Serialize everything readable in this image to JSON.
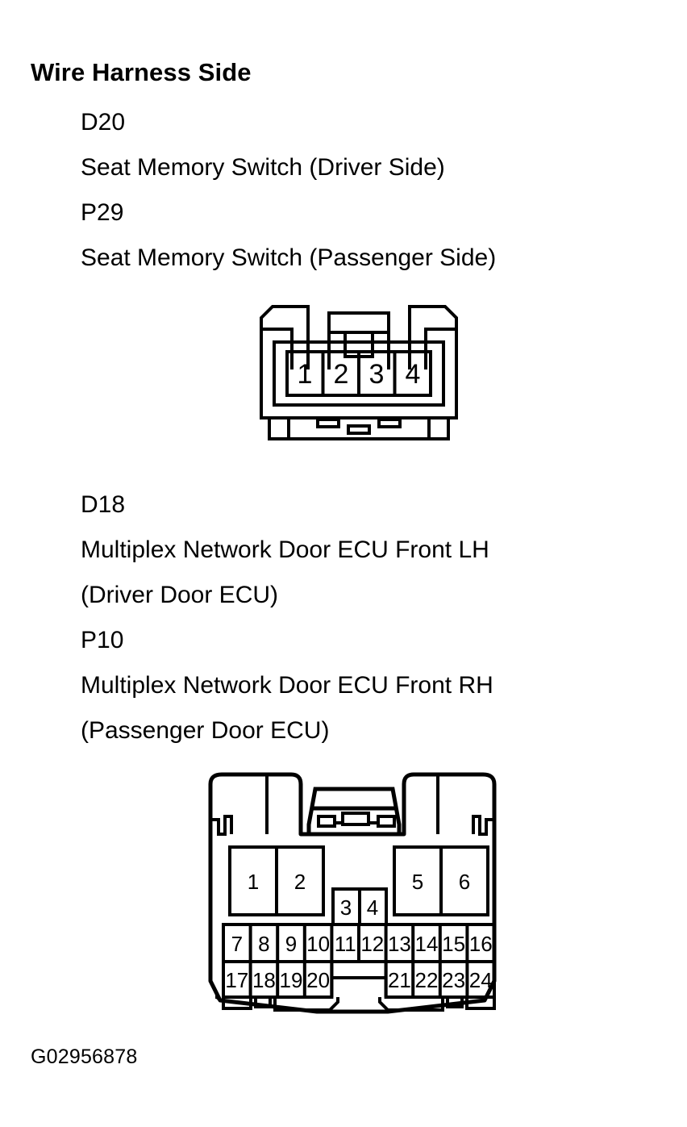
{
  "document": {
    "title": "Wire Harness Side",
    "figure_id": "G02956878"
  },
  "blocks": [
    {
      "id": "block-seat-memory-switch",
      "lines": [
        "D20",
        "Seat Memory Switch (Driver Side)",
        "P29",
        "Seat Memory Switch (Passenger Side)"
      ]
    },
    {
      "id": "block-door-ecu",
      "lines": [
        "D18",
        "Multiplex Network Door ECU Front LH",
        "(Driver Door ECU)",
        "P10",
        "Multiplex Network Door ECU Front RH",
        "(Passenger Door ECU)"
      ]
    }
  ],
  "connectors": [
    {
      "id": "connector-4-pin",
      "name": "seat-memory-switch-connector",
      "pin_count": 4,
      "pins": [
        "1",
        "2",
        "3",
        "4"
      ],
      "rows": [
        {
          "pins": [
            "1",
            "2",
            "3",
            "4"
          ]
        }
      ]
    },
    {
      "id": "connector-24-pin",
      "name": "door-ecu-connector",
      "pin_count": 24,
      "pins": [
        "1",
        "2",
        "3",
        "4",
        "5",
        "6",
        "7",
        "8",
        "9",
        "10",
        "11",
        "12",
        "13",
        "14",
        "15",
        "16",
        "17",
        "18",
        "19",
        "20",
        "21",
        "22",
        "23",
        "24"
      ],
      "groups": {
        "upper_left": [
          "1",
          "2"
        ],
        "upper_center": [
          "3",
          "4"
        ],
        "upper_right": [
          "5",
          "6"
        ],
        "middle_row": [
          "7",
          "8",
          "9",
          "10",
          "11",
          "12",
          "13",
          "14",
          "15",
          "16"
        ],
        "bottom_left": [
          "17",
          "18",
          "19",
          "20"
        ],
        "bottom_right": [
          "21",
          "22",
          "23",
          "24"
        ]
      }
    }
  ],
  "colors": {
    "ink": "#000000",
    "paper": "#ffffff"
  }
}
